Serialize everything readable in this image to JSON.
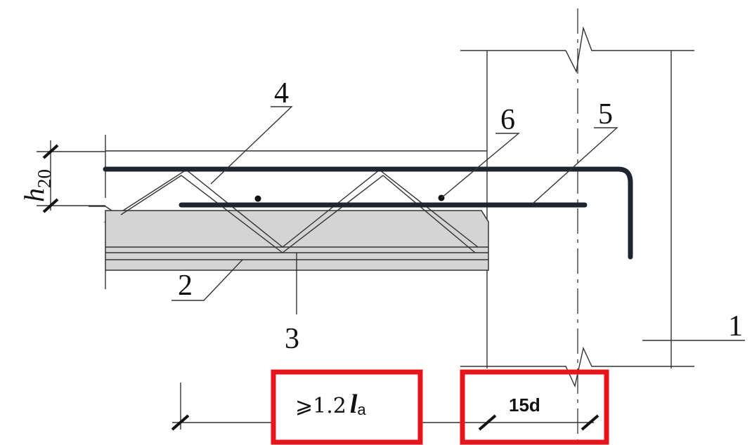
{
  "diagram": {
    "labels": {
      "member_1": "1",
      "member_2": "2",
      "member_3": "3",
      "member_4": "4",
      "member_5": "5",
      "member_6": "6"
    },
    "thickness_label": "h",
    "thickness_subscript": "20",
    "dimensions": {
      "anchorage_prefix": "⩾1.2",
      "anchorage_symbol": "l",
      "anchorage_subscript": "a",
      "hook_length": "15d"
    },
    "highlight_color": "#e8141c",
    "slab_fill_color": "#d4d4d4",
    "rebar_color": "#1e2430"
  }
}
